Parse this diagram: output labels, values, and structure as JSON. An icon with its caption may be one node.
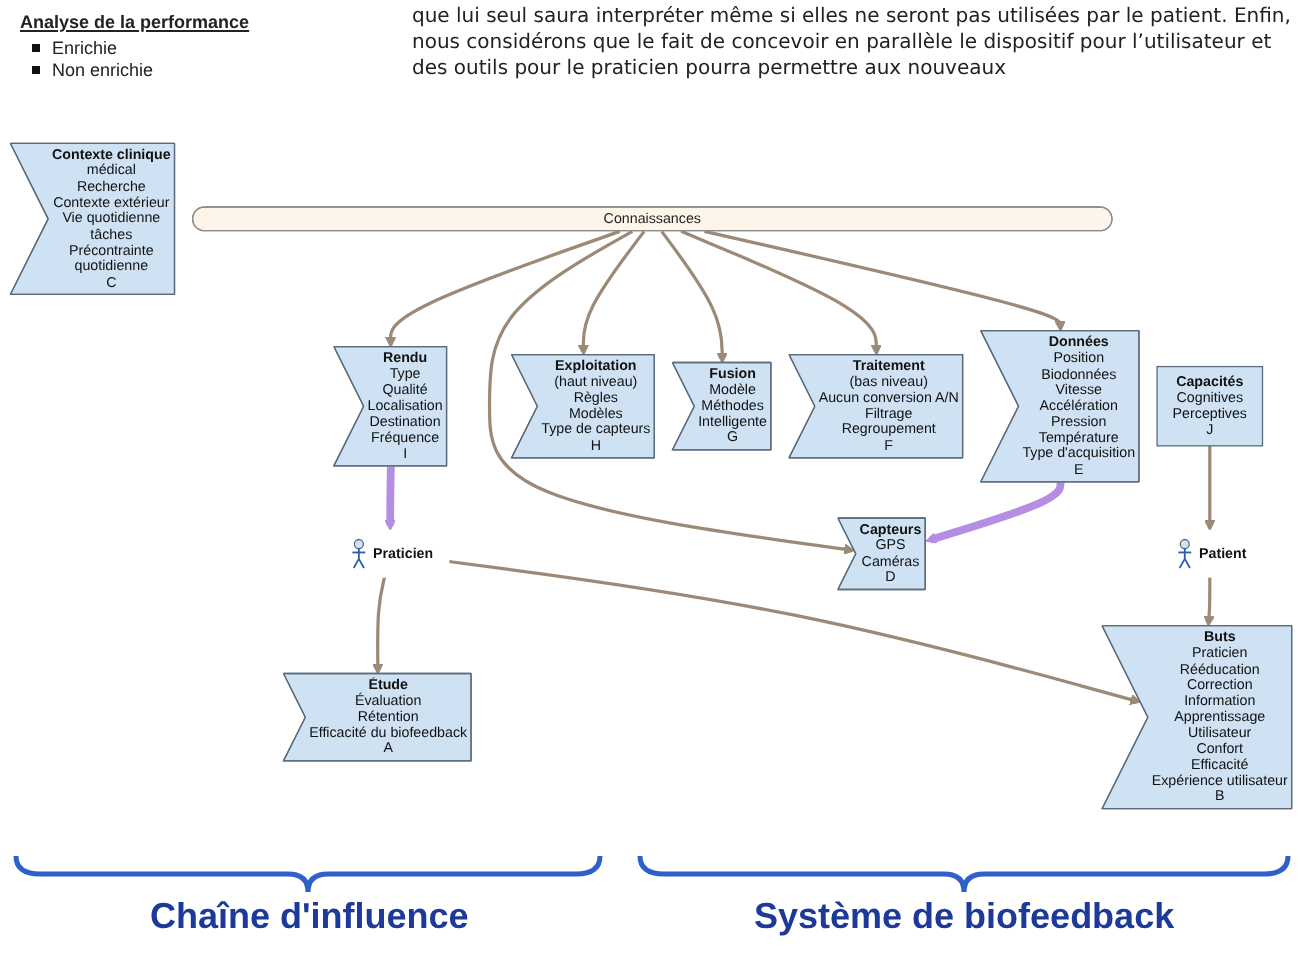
{
  "diagram": {
    "nodes": [
      {
        "text": [
          "Praticien"
        ]
      },
      {
        "text": [
          "Connaissances"
        ]
      },
      {
        "text": [
          "Étude",
          "Évaluation",
          "Rétention",
          "Efficacité du biofeedback",
          "A"
        ]
      },
      {
        "text": [
          "Buts",
          "Praticien",
          "Rééducation",
          "Correction",
          "Information",
          "Apprentissage",
          "Utilisateur",
          "Confort",
          "Efficacité",
          "Expérience utilisateur",
          "B"
        ]
      },
      {
        "text": [
          "Contexte clinique",
          "médical",
          "Recherche",
          "Contexte extérieur",
          "Vie quotidienne",
          "tâches",
          "Précontrainte",
          "quotidienne",
          "C"
        ]
      },
      {
        "text": [
          "Capteurs",
          "GPS",
          "Caméras",
          "D"
        ]
      },
      {
        "text": [
          "Données",
          "Position",
          "Biodonnées",
          "Vitesse",
          "Accélération",
          "Pression",
          "Température",
          "Type d'acquisition",
          "E"
        ]
      },
      {
        "text": [
          "Traitement",
          "(bas niveau)",
          "Aucun conversion A/N",
          "Filtrage",
          "Regroupement",
          "F"
        ]
      },
      {
        "text": [
          "Fusion",
          "Modèle",
          "Méthodes",
          "Intelligente",
          "G"
        ]
      },
      {
        "text": [
          "Exploitation",
          "(haut niveau)",
          "Règles",
          "Modèles",
          "Type de capteurs",
          "H"
        ]
      },
      {
        "text": [
          "Rendu",
          "Type",
          "Qualité",
          "Localisation",
          "Destination",
          "Fréquence",
          "I"
        ]
      },
      {
        "text": [
          "Patient"
        ]
      },
      {
        "text": [
          "Capacités",
          "Cognitives",
          "Perceptives",
          "J"
        ]
      }
    ],
    "edges": [
      {
        "from": 0,
        "to": 2,
        "arrow": "to"
      },
      {
        "from": 0,
        "to": 3,
        "arrow": "to"
      },
      {
        "from": 1,
        "to": 5,
        "arrow": "to"
      },
      {
        "from": 1,
        "to": 6,
        "arrow": "to"
      },
      {
        "from": 1,
        "to": 7,
        "arrow": "to"
      },
      {
        "from": 1,
        "to": 8,
        "arrow": "to"
      },
      {
        "from": 1,
        "to": 9,
        "arrow": "to"
      },
      {
        "from": 1,
        "to": 10,
        "arrow": "to"
      },
      {
        "from": 10,
        "to": 0,
        "arrow": "to",
        "style": "thick",
        "color": "#b48ee2"
      },
      {
        "from": 6,
        "to": 5,
        "arrow": "to",
        "style": "thick",
        "color": "#b48ee2"
      },
      {
        "from": 11,
        "to": 3,
        "arrow": "to"
      },
      {
        "from": 12,
        "to": 11,
        "arrow": "to"
      }
    ],
    "labels": [
      "que lui seul saura interpréter même si elles ne seront pas utilisées par le patient. Enfin, nous considérons que le fait de concevoir en parallèle le dispositif pour l’utilisateur et des outils pour le praticien pourra permettre aux nouveaux",
      "Analyse de la performance",
      "Enrichie",
      "Non enrichie",
      "Chaîne d'influence",
      "Système de biofeedback"
    ]
  }
}
